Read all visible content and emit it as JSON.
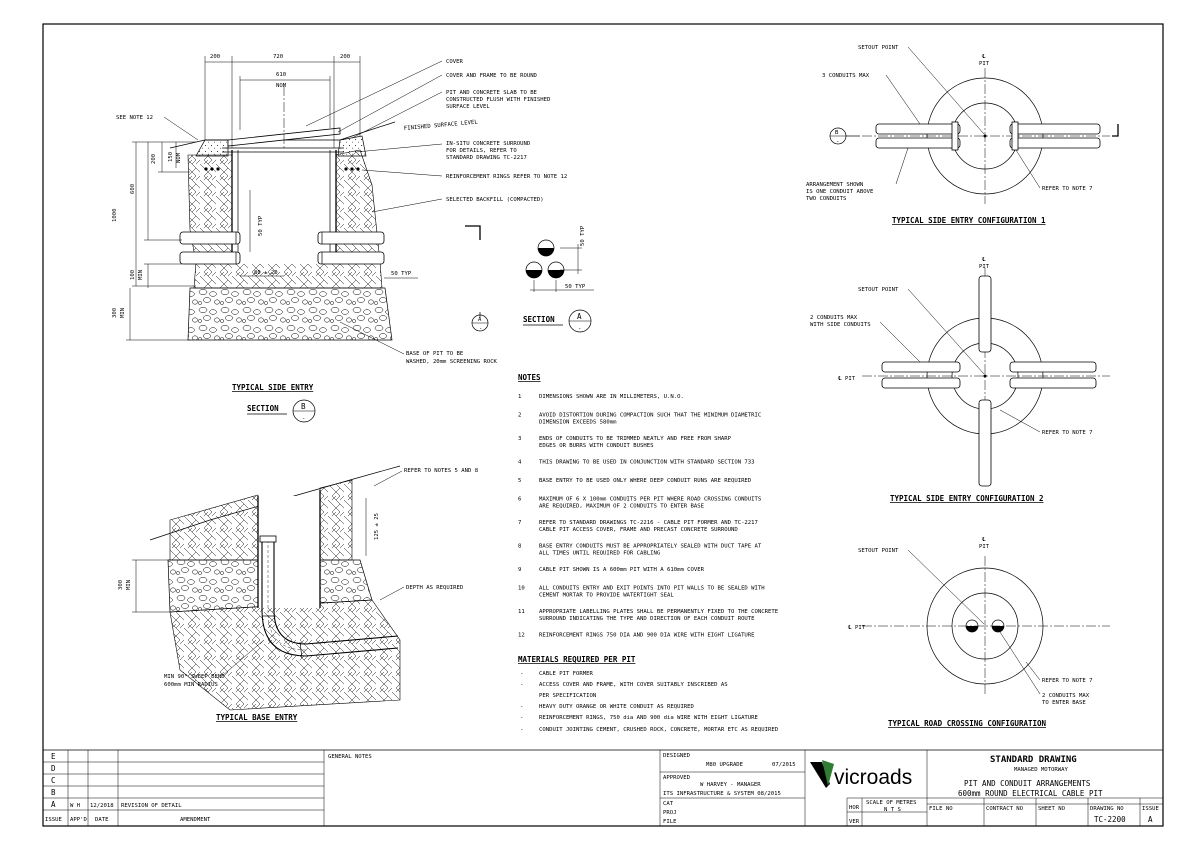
{
  "side_entry": {
    "dim_200_left": "200",
    "dim_720": "720",
    "dim_200_right": "200",
    "dim_610": "610",
    "dim_nom": "NOM",
    "dim_1000": "1000",
    "dim_600": "600",
    "dim_200_v": "200",
    "dim_150": "150",
    "dim_nom_v": "NOM",
    "dim_100": "100",
    "dim_min": "MIN",
    "dim_300": "300",
    "dim_min2": "MIN",
    "dim_50typ_v": "50 TYP",
    "dim_80": "80 ± 20",
    "dim_50typ_h": "50 TYP",
    "see_note": "SEE NOTE 12",
    "callouts": [
      "COVER",
      "COVER AND FRAME TO BE ROUND",
      "PIT AND CONCRETE SLAB TO BE",
      "CONSTRUCTED FLUSH WITH FINISHED",
      "SURFACE LEVEL",
      "FINISHED SURFACE LEVEL",
      "IN-SITU CONCRETE SURROUND",
      "FOR DETAILS, REFER TO",
      "STANDARD DRAWING TC-2217",
      "REINFORCEMENT RINGS REFER TO NOTE 12",
      "SELECTED BACKFILL (COMPACTED)",
      "BASE OF PIT TO BE",
      "WASHED, 20mm SCREENING ROCK"
    ],
    "title": "TYPICAL SIDE ENTRY",
    "section_label": "SECTION",
    "section_letter": "B",
    "section_dash": "-"
  },
  "section_a": {
    "dim_50typ_v": "50 TYP",
    "dim_50typ_h": "50 TYP",
    "marker_letter": "A",
    "marker_dash": "-",
    "label": "SECTION",
    "letter": "A",
    "dash": "-"
  },
  "base_entry": {
    "refer": "REFER TO NOTES 5 AND 8",
    "dim_125": "125 ± 25",
    "dim_300": "300",
    "dim_min": "MIN",
    "depth": "DEPTH AS REQUIRED",
    "bend1": "MIN 90° SWEEP BEND",
    "bend2": "600mm MIN RADIUS",
    "title": "TYPICAL BASE ENTRY"
  },
  "notes": {
    "title": "NOTES",
    "items": [
      {
        "n": "1",
        "lines": [
          "DIMENSIONS SHOWN ARE IN MILLIMETERS, U.N.O."
        ]
      },
      {
        "n": "2",
        "lines": [
          "AVOID DISTORTION DURING COMPACTION SUCH THAT THE MINIMUM DIAMETRIC",
          "DIMENSION EXCEEDS 580mm"
        ]
      },
      {
        "n": "3",
        "lines": [
          "ENDS OF CONDUITS TO BE TRIMMED NEATLY AND FREE FROM SHARP",
          "EDGES OR BURRS WITH CONDUIT BUSHES"
        ]
      },
      {
        "n": "4",
        "lines": [
          "THIS DRAWING TO BE USED IN CONJUNCTION WITH STANDARD SECTION 733"
        ]
      },
      {
        "n": "5",
        "lines": [
          "BASE ENTRY TO BE USED ONLY WHERE DEEP CONDUIT RUNS ARE REQUIRED"
        ]
      },
      {
        "n": "6",
        "lines": [
          "MAXIMUM OF 6 X 100mm CONDUITS PER PIT WHERE ROAD CROSSING CONDUITS",
          "ARE REQUIRED, MAXIMUM OF 2 CONDUITS TO ENTER BASE"
        ]
      },
      {
        "n": "7",
        "lines": [
          "REFER TO STANDARD DRAWINGS TC-2216 - CABLE PIT FORMER AND TC-2217",
          "CABLE PIT ACCESS COVER, FRAME AND PRECAST CONCRETE SURROUND"
        ]
      },
      {
        "n": "8",
        "lines": [
          "BASE ENTRY CONDUITS MUST BE APPROPRIATELY SEALED WITH DUCT TAPE AT",
          "ALL TIMES UNTIL REQUIRED FOR CABLING"
        ]
      },
      {
        "n": "9",
        "lines": [
          "CABLE PIT SHOWN IS A 600mm PIT WITH A 610mm COVER"
        ]
      },
      {
        "n": "10",
        "lines": [
          "ALL CONDUITS ENTRY AND EXIT POINTS INTO PIT WALLS TO BE SEALED WITH",
          "CEMENT MORTAR TO PROVIDE WATERTIGHT SEAL"
        ]
      },
      {
        "n": "11",
        "lines": [
          "APPROPRIATE LABELLING PLATES SHALL BE PERMANENTLY FIXED TO THE CONCRETE",
          "SURROUND INDICATING THE TYPE AND DIRECTION OF EACH CONDUIT ROUTE"
        ]
      },
      {
        "n": "12",
        "lines": [
          "REINFORCEMENT RINGS 750 DIA AND 900 DIA WIRE WITH EIGHT LIGATURE"
        ]
      }
    ]
  },
  "materials": {
    "title": "MATERIALS REQUIRED PER PIT",
    "items": [
      {
        "b": "-",
        "t": "CABLE PIT FORMER"
      },
      {
        "b": "-",
        "t": "ACCESS COVER AND FRAME, WITH COVER SUITABLY INSCRIBED AS"
      },
      {
        "b": "",
        "t": "PER SPECIFICATION"
      },
      {
        "b": "-",
        "t": "HEAVY DUTY ORANGE OR WHITE CONDUIT AS REQUIRED"
      },
      {
        "b": "-",
        "t": "REINFORCEMENT RINGS, 750 dia AND 900 dia WIRE WITH EIGHT LIGATURE"
      },
      {
        "b": "-",
        "t": "CONDUIT JOINTING CEMENT, CRUSHED ROCK, CONCRETE, MORTAR ETC AS REQUIRED"
      }
    ]
  },
  "config1": {
    "setout": "SETOUT POINT",
    "cl": "℄",
    "pit": "PIT",
    "max": "3 CONDUITS MAX",
    "arr1": "ARRANGEMENT SHOWN",
    "arr2": "IS ONE CONDUIT ABOVE",
    "arr3": "TWO CONDUITS",
    "refer": "REFER TO NOTE 7",
    "marker_letter": "B",
    "marker_dash": "-",
    "title": "TYPICAL SIDE ENTRY CONFIGURATION 1"
  },
  "config2": {
    "cl": "℄",
    "pit": "PIT",
    "setout": "SETOUT POINT",
    "max1": "2 CONDUITS MAX",
    "max2": "WITH SIDE CONDUITS",
    "cl_pit": "℄ PIT",
    "refer": "REFER TO NOTE 7",
    "title": "TYPICAL SIDE ENTRY CONFIGURATION 2"
  },
  "config3": {
    "setout": "SETOUT POINT",
    "cl": "℄",
    "pit": "PIT",
    "cl_pit": "℄ PIT",
    "refer": "REFER TO NOTE 7",
    "max1": "2 CONDUITS MAX",
    "max2": "TO ENTER BASE",
    "title": "TYPICAL ROAD CROSSING CONFIGURATION"
  },
  "title_block": {
    "issues": [
      {
        "issue": "E",
        "appd": "",
        "date": "",
        "amend": ""
      },
      {
        "issue": "D",
        "appd": "",
        "date": "",
        "amend": ""
      },
      {
        "issue": "C",
        "appd": "",
        "date": "",
        "amend": ""
      },
      {
        "issue": "B",
        "appd": "",
        "date": "",
        "amend": ""
      },
      {
        "issue": "A",
        "appd": "W H",
        "date": "12/2018",
        "amend": "REVISION OF DETAIL"
      }
    ],
    "h_issue": "ISSUE",
    "h_appd": "APP'D",
    "h_date": "DATE",
    "h_amend": "AMENDMENT",
    "general_notes": "GENERAL NOTES",
    "designed": "DESIGNED",
    "designed_val": "M80 UPGRADE",
    "designed_date": "07/2015",
    "approved": "APPROVED",
    "approved_val": "W HARVEY - MANAGER",
    "approved_val2": "ITS INFRASTRUCTURE & SYSTEM 08/2015",
    "cat": "CAT",
    "proj": "PROJ",
    "file": "FILE",
    "logo": "vicroads",
    "hor": "HOR",
    "ver": "VER",
    "scale1": "SCALE OF METRES",
    "scale2": "N T S",
    "std": "STANDARD DRAWING",
    "mm": "MANAGED MOTORWAY",
    "t1": "PIT AND CONDUIT ARRANGEMENTS",
    "t2": "600mm ROUND ELECTRICAL CABLE PIT",
    "file_no": "FILE NO",
    "contract_no": "CONTRACT NO",
    "sheet_no": "SHEET NO",
    "drawing_no": "DRAWING NO",
    "drawing_val": "TC-2200",
    "issue": "ISSUE",
    "issue_val": "A"
  },
  "colors": {
    "line": "#000000",
    "logo_green": "#2e7d32",
    "paper": "#ffffff"
  }
}
